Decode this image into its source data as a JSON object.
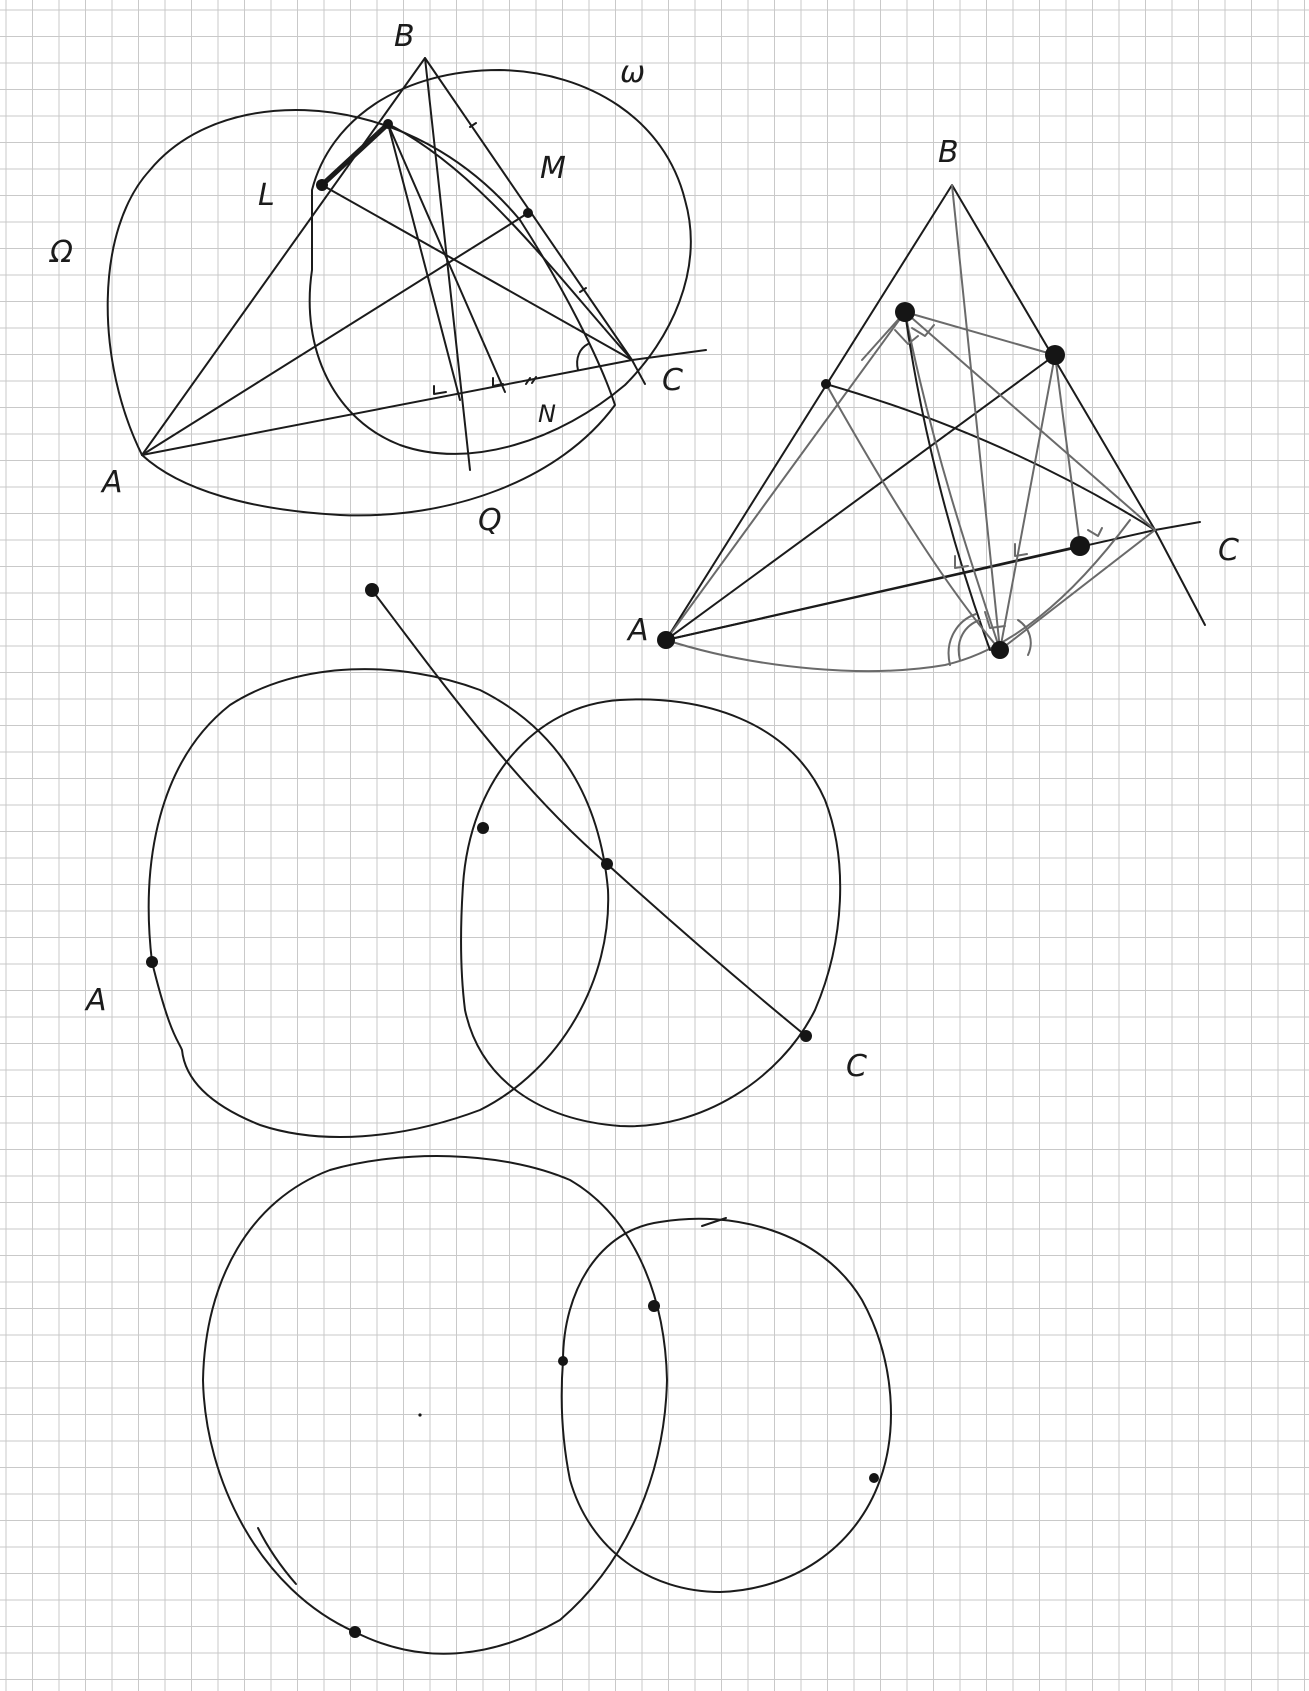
{
  "figure1": {
    "labels": {
      "B": "B",
      "L": "L",
      "M": "M",
      "omega": "ω",
      "Omega": "Ω",
      "C": "C",
      "N": "N",
      "A": "A",
      "Q": "Q"
    }
  },
  "figure2": {
    "labels": {
      "B": "B",
      "C": "C",
      "A": "A"
    }
  },
  "figure3": {
    "labels": {
      "A": "A",
      "C": "C"
    }
  },
  "colors": {
    "ink": "#1b1b1b",
    "grid": "#c9c9c9",
    "paper": "#ffffff"
  }
}
